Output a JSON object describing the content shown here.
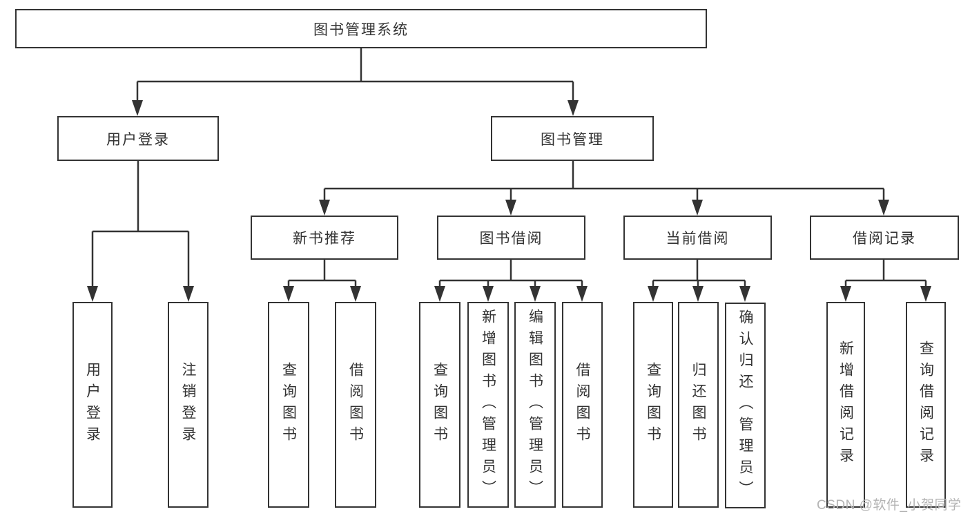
{
  "diagram": {
    "root": {
      "label": "图书管理系统"
    },
    "branches": [
      {
        "label": "用户登录",
        "children": [
          {
            "label": "用户登录"
          },
          {
            "label": "注销登录"
          }
        ]
      },
      {
        "label": "图书管理",
        "children": [
          {
            "label": "新书推荐",
            "children": [
              {
                "label": "查询图书"
              },
              {
                "label": "借阅图书"
              }
            ]
          },
          {
            "label": "图书借阅",
            "children": [
              {
                "label": "查询图书"
              },
              {
                "label": "新增图书（管理员）"
              },
              {
                "label": "编辑图书（管理员）"
              },
              {
                "label": "借阅图书"
              }
            ]
          },
          {
            "label": "当前借阅",
            "children": [
              {
                "label": "查询图书"
              },
              {
                "label": "归还图书"
              },
              {
                "label": "确认归还（管理员）"
              }
            ]
          },
          {
            "label": "借阅记录",
            "children": [
              {
                "label": "新增借阅记录"
              },
              {
                "label": "查询借阅记录"
              }
            ]
          }
        ]
      }
    ]
  },
  "watermark": {
    "text": "CSDN @软件_小贺同学",
    "color": "#b3b3b3"
  },
  "colors": {
    "line": "#333333",
    "text": "#333333",
    "background": "#ffffff",
    "box_fill": "#ffffff"
  }
}
